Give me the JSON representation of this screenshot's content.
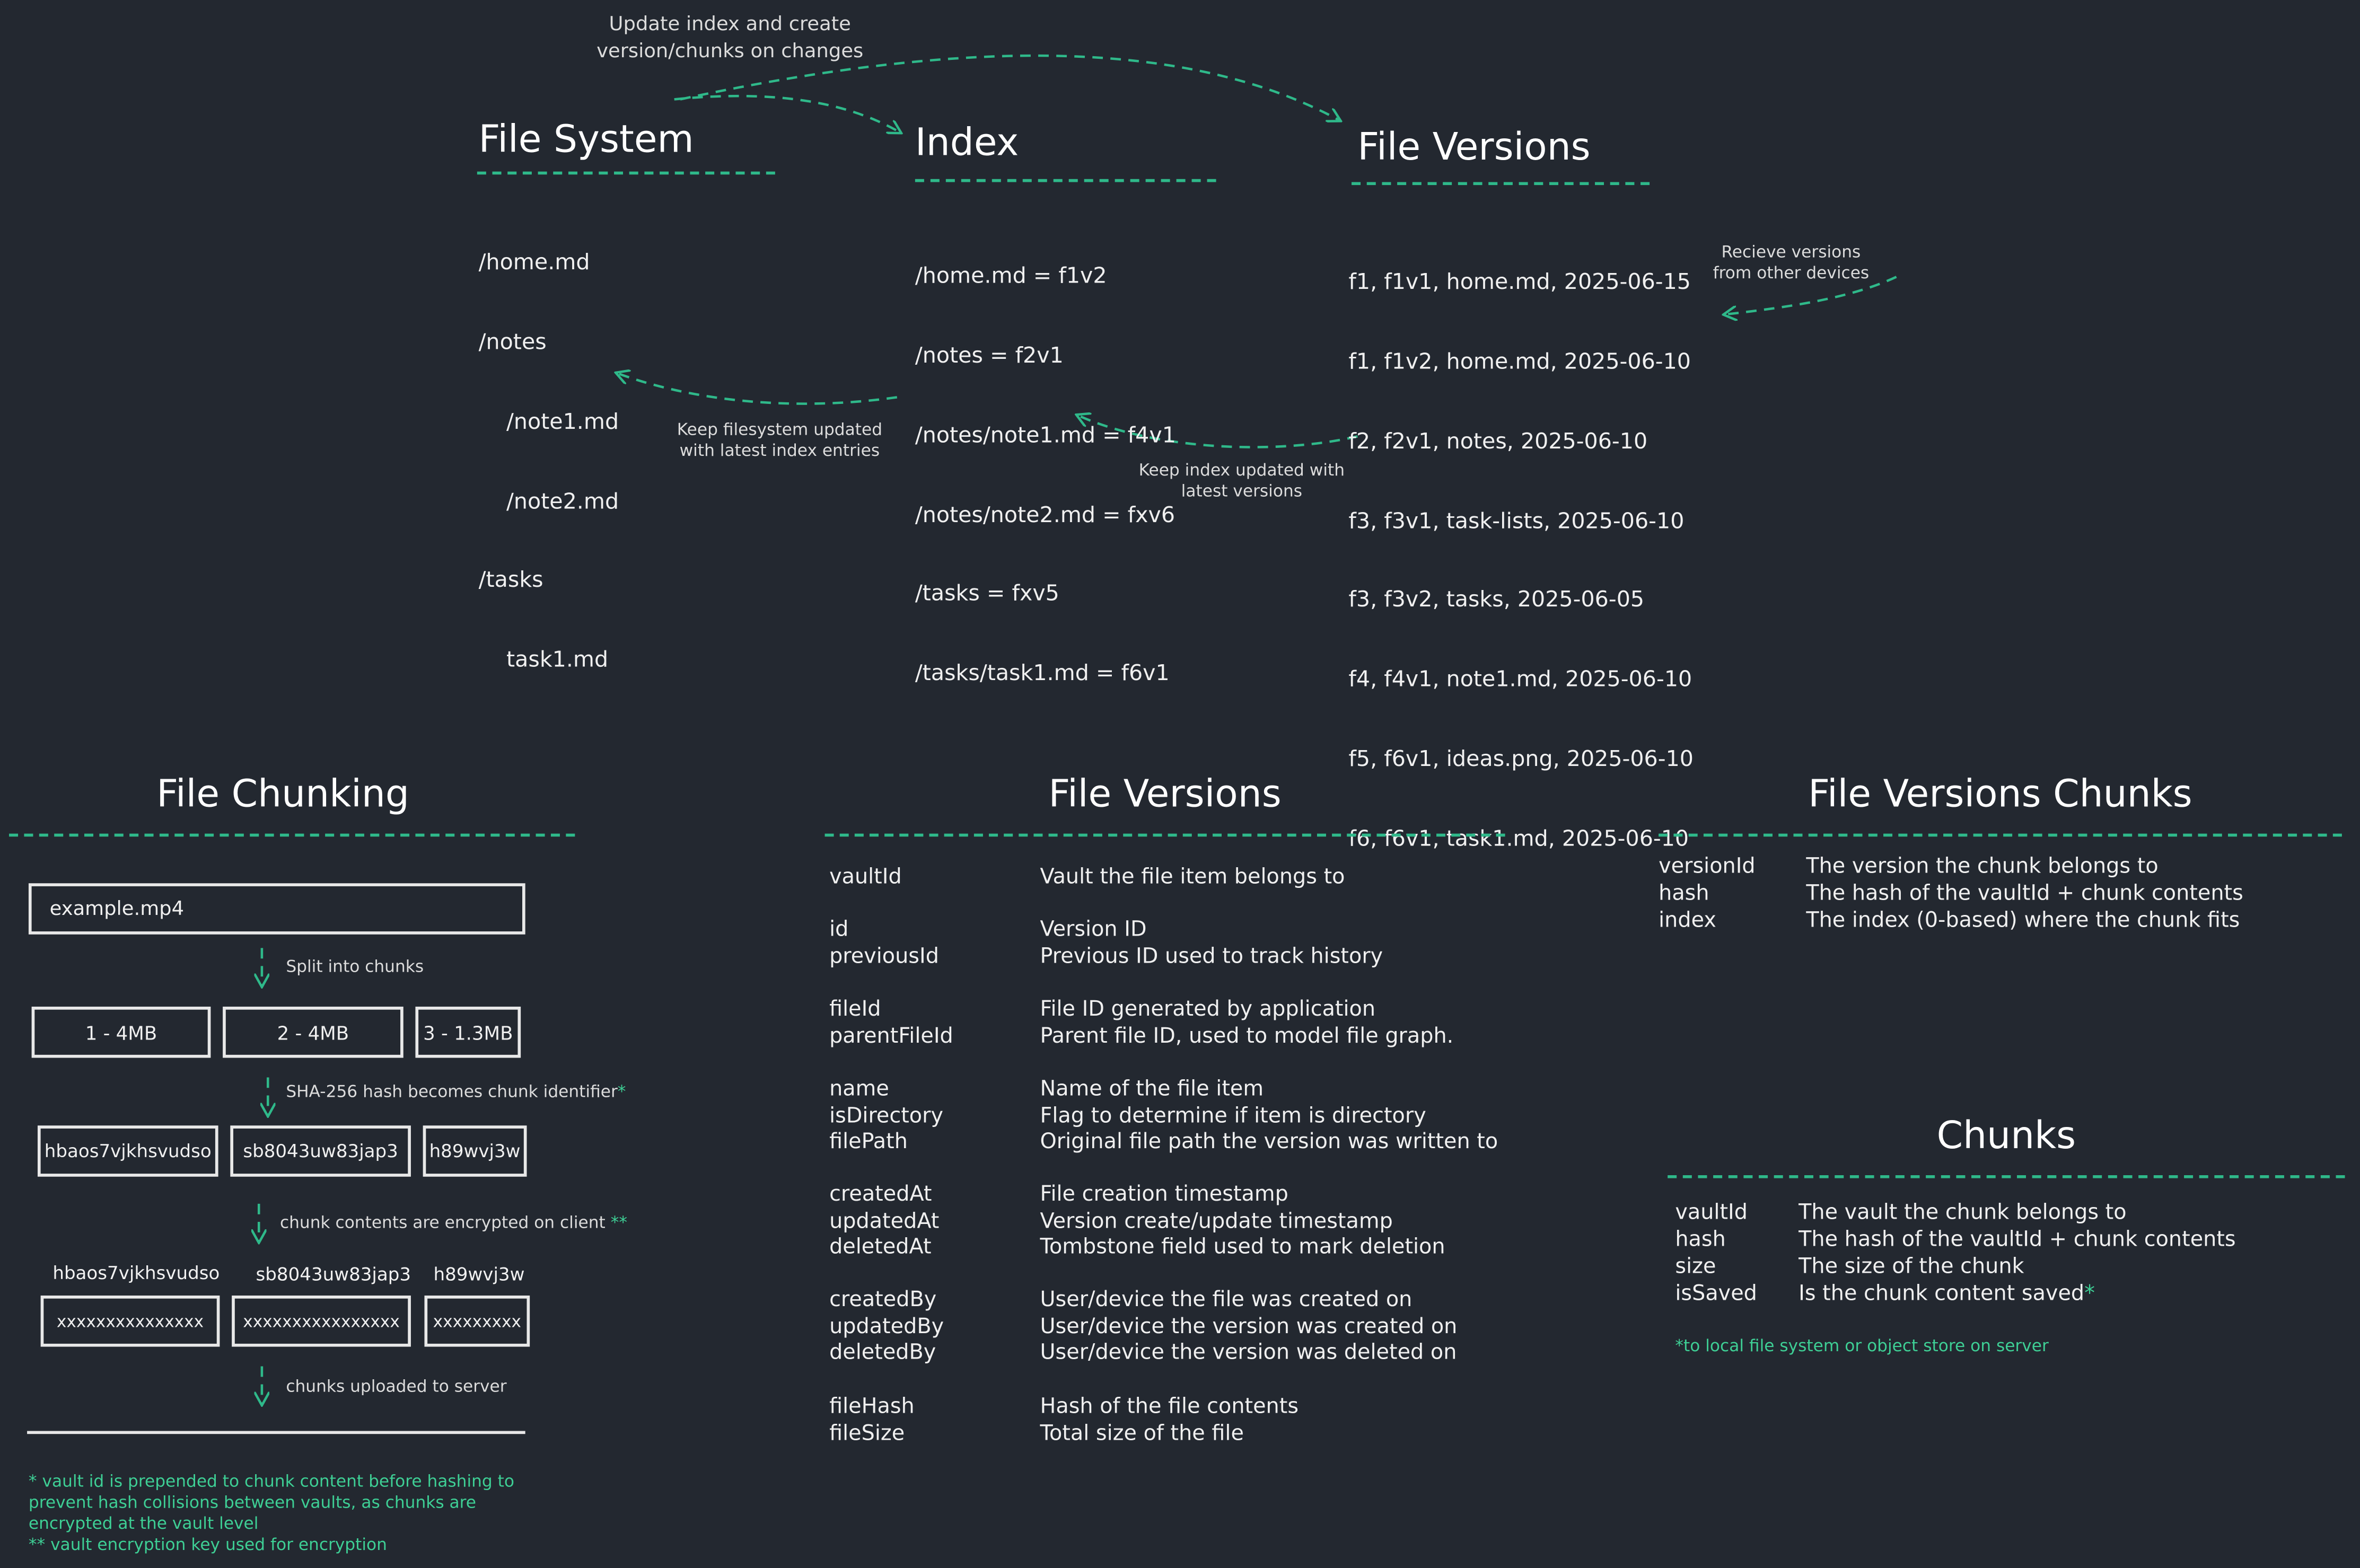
{
  "top": {
    "file_system": {
      "title": "File System",
      "lines": [
        "/home.md",
        "/notes",
        "    /note1.md",
        "    /note2.md",
        "/tasks",
        "    task1.md"
      ]
    },
    "index": {
      "title": "Index",
      "lines": [
        "/home.md = f1v2",
        "/notes = f2v1",
        "/notes/note1.md = f4v1",
        "/notes/note2.md = fxv6",
        "/tasks = fxv5",
        "/tasks/task1.md = f6v1"
      ]
    },
    "file_versions": {
      "title": "File Versions",
      "lines": [
        "f1, f1v1, home.md, 2025-06-15",
        "f1, f1v2, home.md, 2025-06-10",
        "f2, f2v1, notes, 2025-06-10",
        "f3, f3v1, task-lists, 2025-06-10",
        "f3, f3v2, tasks, 2025-06-05",
        "f4, f4v1, note1.md, 2025-06-10",
        "f5, f6v1, ideas.png, 2025-06-10",
        "f6, f6v1, task1.md, 2025-06-10"
      ]
    },
    "annotations": {
      "update_index": "Update index and create\nversion/chunks on changes",
      "receive_versions": "Recieve versions\nfrom other devices",
      "keep_filesystem": "Keep filesystem updated\nwith latest index entries",
      "keep_index": "Keep index updated with\nlatest versions"
    }
  },
  "chunking": {
    "title": "File Chunking",
    "file_name": "example.mp4",
    "step1": "Split into chunks",
    "chunks": [
      "1 - 4MB",
      "2 - 4MB",
      "3 - 1.3MB"
    ],
    "step2": "SHA-256 hash becomes chunk identifier",
    "step2_mark": "*",
    "hashes": [
      "hbaos7vjkhsvudso",
      "sb8043uw83jap3",
      "h89wvj3w"
    ],
    "step3": "chunk contents are encrypted on client",
    "step3_mark": "**",
    "encrypted": [
      "xxxxxxxxxxxxxxx",
      "xxxxxxxxxxxxxxxx",
      "xxxxxxxxx"
    ],
    "step4": "chunks uploaded to server",
    "footnote": "* vault id is prepended to chunk content before hashing to\nprevent hash collisions between vaults, as chunks are\nencrypted at the vault level\n** vault encryption key used for encryption"
  },
  "file_versions_table": {
    "title": "File Versions",
    "groups": [
      [
        [
          "vaultId",
          "Vault the file item belongs to"
        ]
      ],
      [
        [
          "id",
          "Version ID"
        ],
        [
          "previousId",
          "Previous ID used to track history"
        ]
      ],
      [
        [
          "fileId",
          "File ID generated by application"
        ],
        [
          "parentFileId",
          "Parent file ID, used to model file graph."
        ]
      ],
      [
        [
          "name",
          "Name of the file item"
        ],
        [
          "isDirectory",
          "Flag to determine if item is directory"
        ],
        [
          "filePath",
          "Original file path the version was written to"
        ]
      ],
      [
        [
          "createdAt",
          "File creation timestamp"
        ],
        [
          "updatedAt",
          "Version create/update timestamp"
        ],
        [
          "deletedAt",
          "Tombstone field used to mark deletion"
        ]
      ],
      [
        [
          "createdBy",
          "User/device the file was created on"
        ],
        [
          "updatedBy",
          "User/device the version was created on"
        ],
        [
          "deletedBy",
          "User/device the version was deleted on"
        ]
      ],
      [
        [
          "fileHash",
          "Hash of the file contents"
        ],
        [
          "fileSize",
          "Total size of the file"
        ]
      ]
    ]
  },
  "file_versions_chunks": {
    "title": "File Versions Chunks",
    "rows": [
      [
        "versionId",
        "The version the chunk belongs to"
      ],
      [
        "hash",
        "The hash of the vaultId + chunk contents"
      ],
      [
        "index",
        "The index (0-based) where the chunk fits"
      ]
    ]
  },
  "chunks_table": {
    "title": "Chunks",
    "rows": [
      [
        "vaultId",
        "The vault the chunk belongs to"
      ],
      [
        "hash",
        "The hash of the vaultId + chunk contents"
      ],
      [
        "size",
        "The size of the chunk"
      ],
      [
        "isSaved",
        "Is the chunk content saved"
      ]
    ],
    "mark": "*",
    "footnote": "*to local file system or object store on server"
  },
  "colors": {
    "background": "#232830",
    "accent": "#2fb98a",
    "text": "#f2f2f2"
  }
}
